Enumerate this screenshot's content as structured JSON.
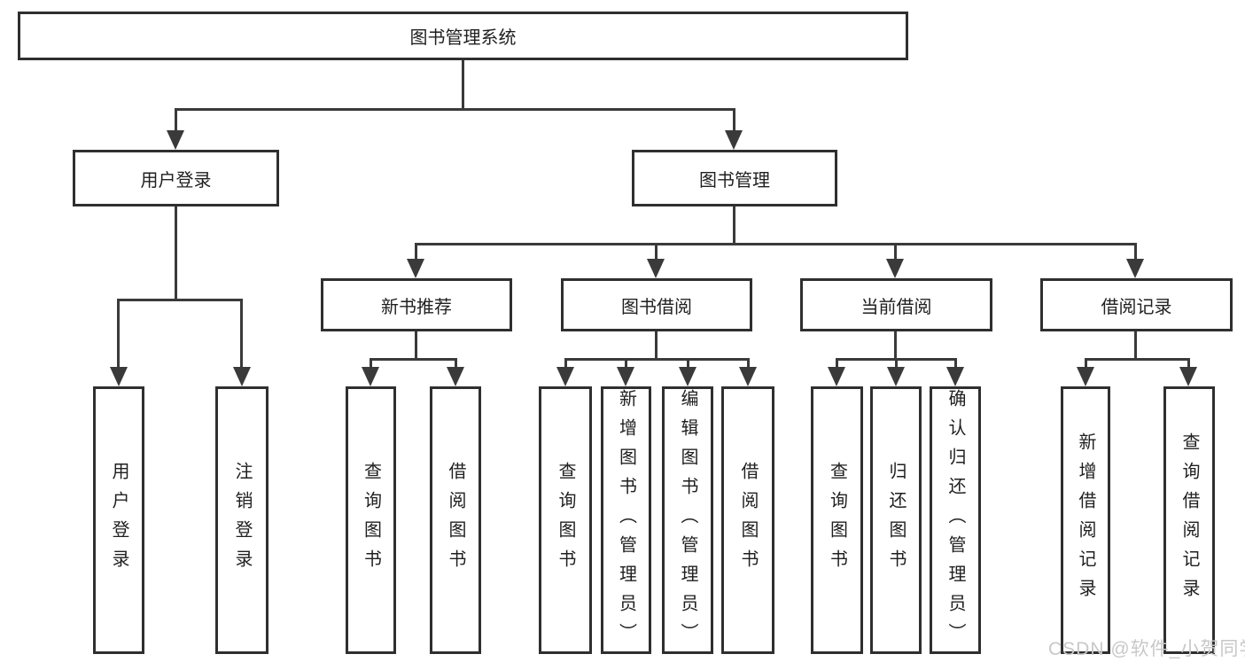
{
  "diagram": {
    "colors": {
      "border": "#2f2f2f",
      "line": "#3a3a3a",
      "text": "#1f1f1f",
      "watermark": "#c8c8c8"
    },
    "root": {
      "label": "图书管理系统",
      "children": [
        {
          "label": "用户登录",
          "children": [
            {
              "label": "用户登录"
            },
            {
              "label": "注销登录"
            }
          ]
        },
        {
          "label": "图书管理",
          "children": [
            {
              "label": "新书推荐",
              "children": [
                {
                  "label": "查询图书"
                },
                {
                  "label": "借阅图书"
                }
              ]
            },
            {
              "label": "图书借阅",
              "children": [
                {
                  "label": "查询图书"
                },
                {
                  "label": "新增图书（管理员）"
                },
                {
                  "label": "编辑图书（管理员）"
                },
                {
                  "label": "借阅图书"
                }
              ]
            },
            {
              "label": "当前借阅",
              "children": [
                {
                  "label": "查询图书"
                },
                {
                  "label": "归还图书"
                },
                {
                  "label": "确认归还（管理员）"
                }
              ]
            },
            {
              "label": "借阅记录",
              "children": [
                {
                  "label": "新增借阅记录"
                },
                {
                  "label": "查询借阅记录"
                }
              ]
            }
          ]
        }
      ]
    },
    "watermark": "CSDN @软件_小贺同学"
  }
}
